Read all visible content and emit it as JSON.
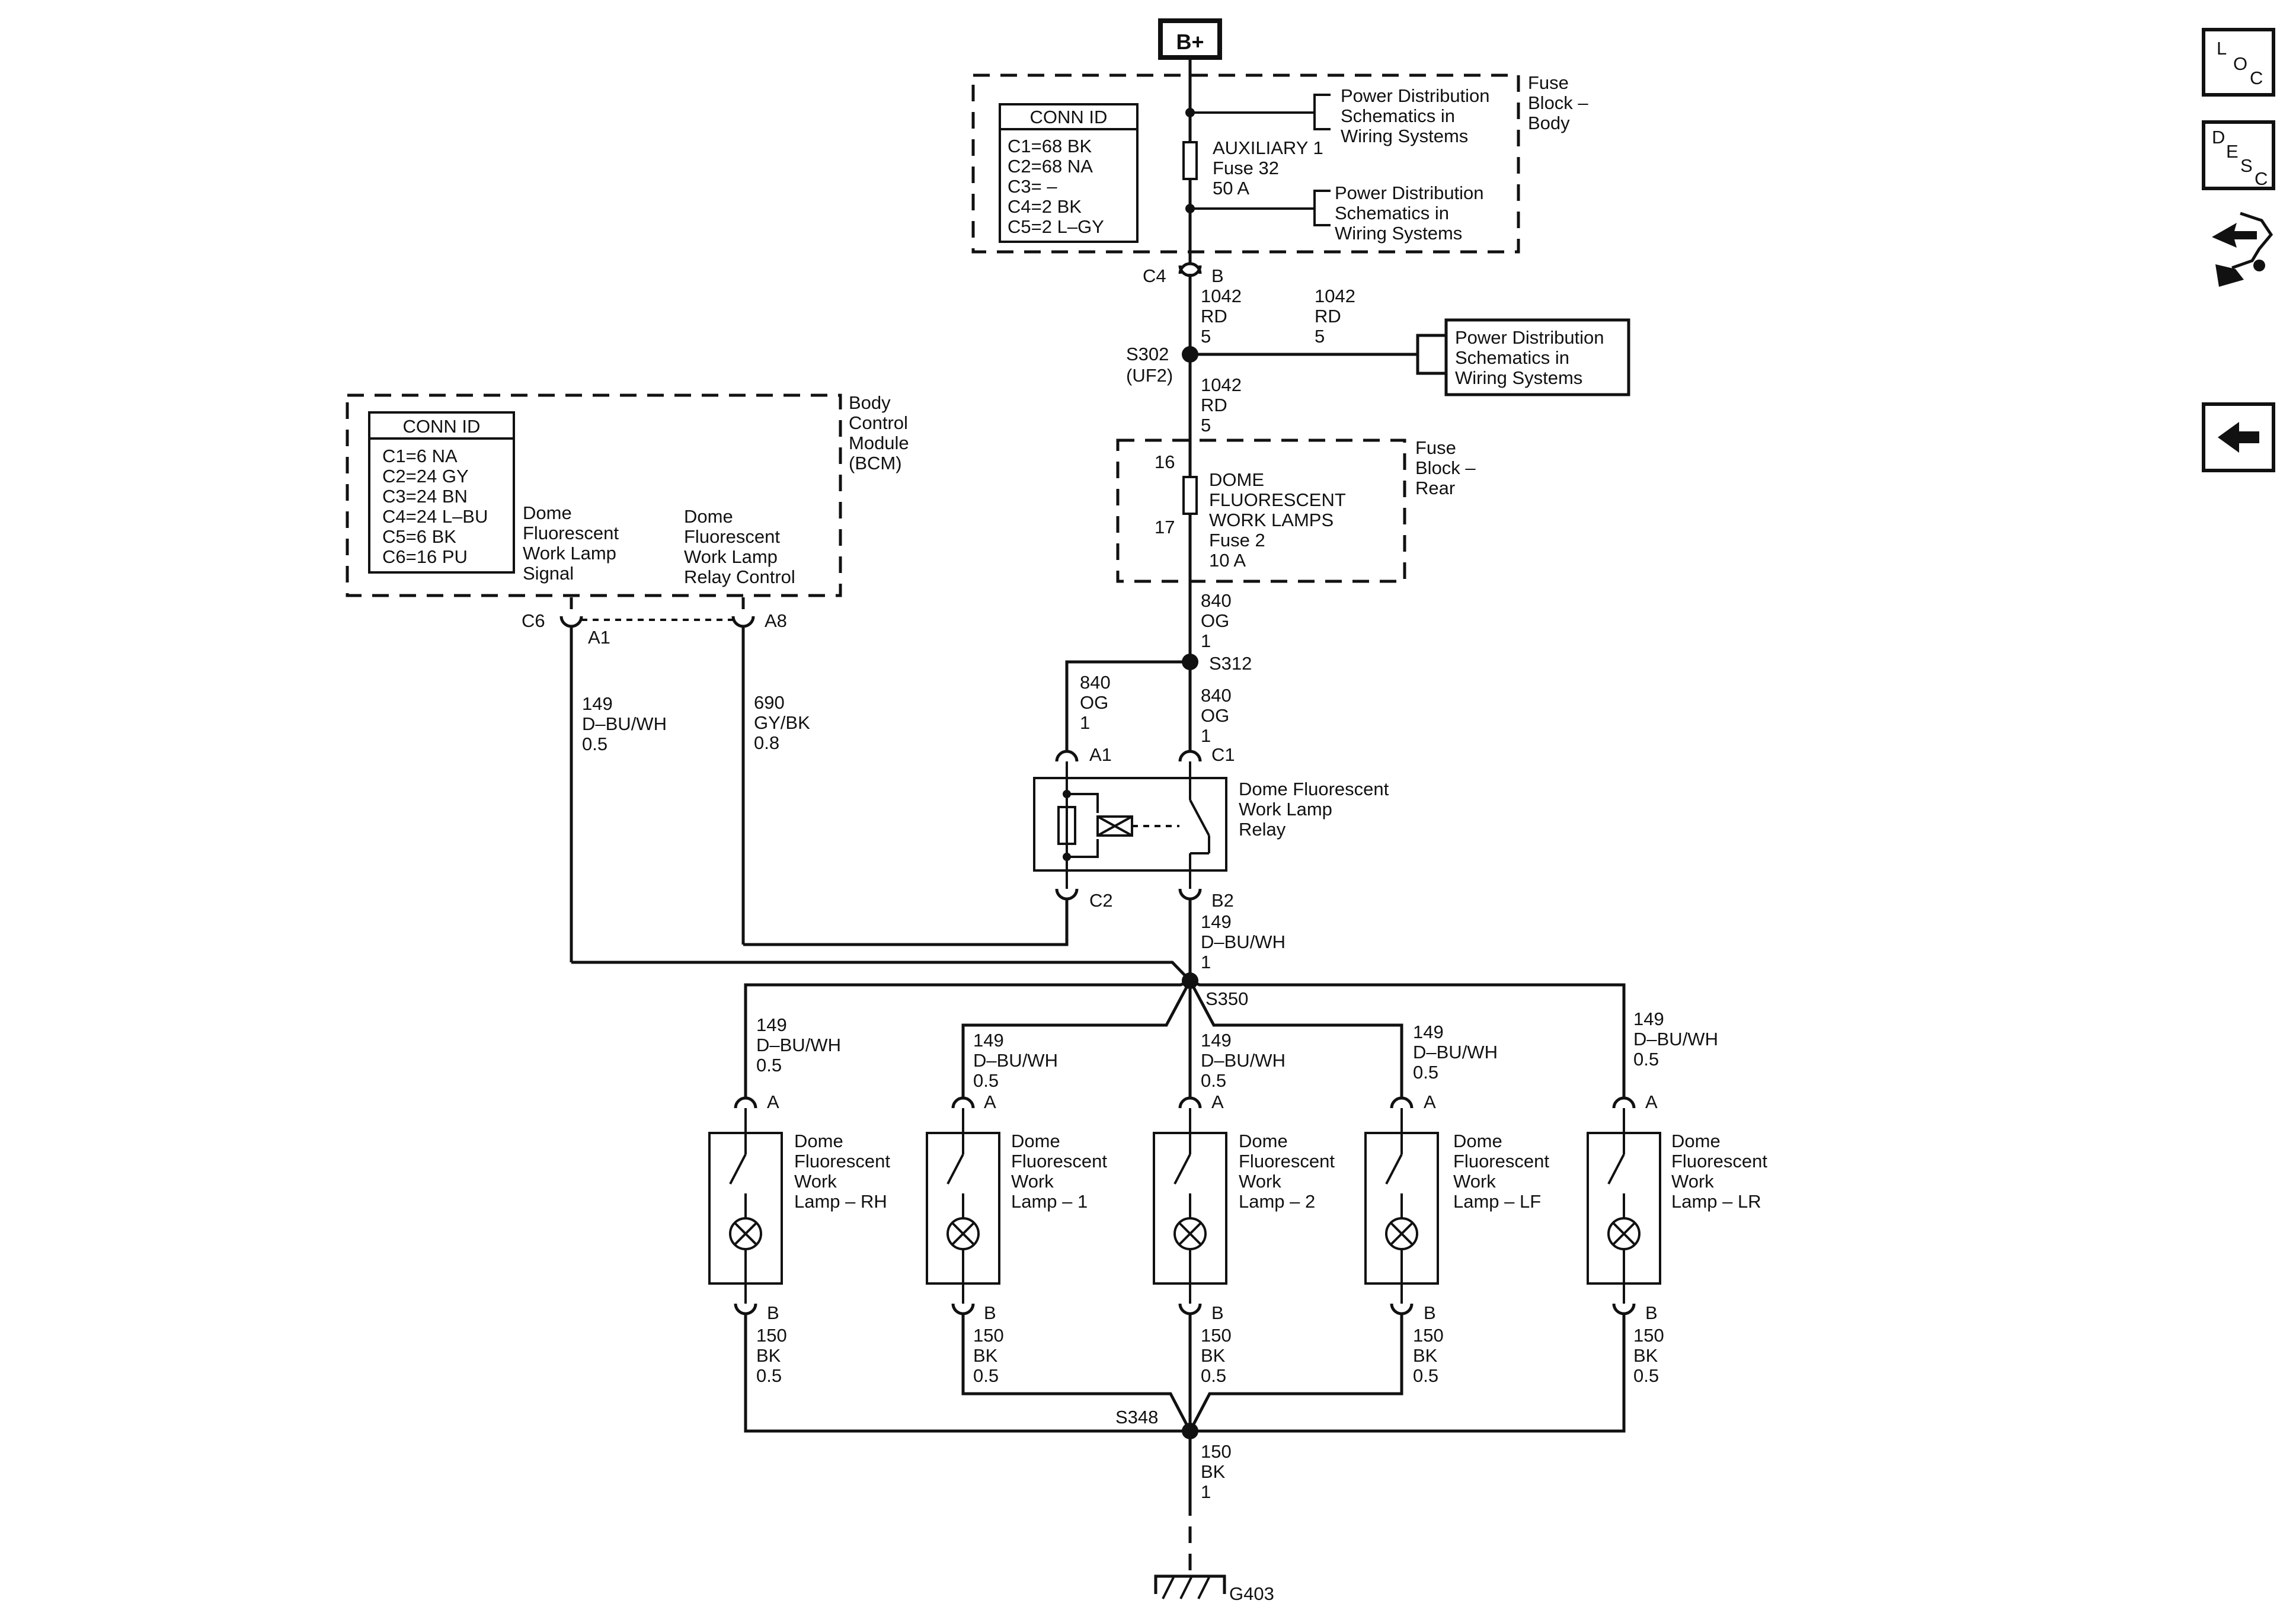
{
  "power": {
    "label": "B+"
  },
  "fuse_block_body": {
    "title": [
      "Fuse",
      "Block –",
      "Body"
    ],
    "conn_id_header": "CONN ID",
    "conn_ids": [
      "C1=68 BK",
      "C2=68 NA",
      "C3= –",
      "C4=2 BK",
      "C5=2 L–GY"
    ],
    "fuse": [
      "AUXILIARY 1",
      "Fuse 32",
      "50 A"
    ],
    "ref_upper": [
      "Power Distribution",
      "Schematics in",
      "Wiring Systems"
    ],
    "ref_lower": [
      "Power Distribution",
      "Schematics in",
      "Wiring Systems"
    ],
    "connector": "C4",
    "pin": "B"
  },
  "wire_1042_a": [
    "1042",
    "RD",
    "5"
  ],
  "wire_1042_b": [
    "1042",
    "RD",
    "5"
  ],
  "wire_1042_c": [
    "1042",
    "RD",
    "5"
  ],
  "splice_s302": [
    "S302",
    "(UF2)"
  ],
  "ref_box_s302": [
    "Power Distribution",
    "Schematics in",
    "Wiring Systems"
  ],
  "fuse_block_rear": {
    "title": [
      "Fuse",
      "Block –",
      "Rear"
    ],
    "pin_in": "16",
    "pin_out": "17",
    "fuse": [
      "DOME",
      "FLUORESCENT",
      "WORK LAMPS",
      "Fuse 2",
      "10 A"
    ]
  },
  "wire_840_a": [
    "840",
    "OG",
    "1"
  ],
  "wire_840_b": [
    "840",
    "OG",
    "1"
  ],
  "wire_840_c": [
    "840",
    "OG",
    "1"
  ],
  "splice_s312": "S312",
  "bcm": {
    "title": [
      "Body",
      "Control",
      "Module",
      "(BCM)"
    ],
    "conn_id_header": "CONN ID",
    "conn_ids": [
      "C1=6 NA",
      "C2=24 GY",
      "C3=24 BN",
      "C4=24 L–BU",
      "C5=6 BK",
      "C6=16 PU"
    ],
    "signal_label": [
      "Dome",
      "Fluorescent",
      "Work Lamp",
      "Signal"
    ],
    "relay_ctrl_label": [
      "Dome",
      "Fluorescent",
      "Work Lamp",
      "Relay Control"
    ],
    "connector": "C6",
    "pin_a1": "A1",
    "pin_a8": "A8"
  },
  "wire_149_bcm": [
    "149",
    "D–BU/WH",
    "0.5"
  ],
  "wire_690": [
    "690",
    "GY/BK",
    "0.8"
  ],
  "relay": {
    "label": [
      "Dome Fluorescent",
      "Work Lamp",
      "Relay"
    ],
    "pin_a1": "A1",
    "pin_c1": "C1",
    "pin_c2": "C2",
    "pin_b2": "B2"
  },
  "wire_149_relay": [
    "149",
    "D–BU/WH",
    "1"
  ],
  "splice_s350": "S350",
  "lamps": [
    {
      "wire_in": [
        "149",
        "D–BU/WH",
        "0.5"
      ],
      "pin_a": "A",
      "label": [
        "Dome",
        "Fluorescent",
        "Work",
        "Lamp – RH"
      ],
      "pin_b": "B",
      "wire_out": [
        "150",
        "BK",
        "0.5"
      ]
    },
    {
      "wire_in": [
        "149",
        "D–BU/WH",
        "0.5"
      ],
      "pin_a": "A",
      "label": [
        "Dome",
        "Fluorescent",
        "Work",
        "Lamp – 1"
      ],
      "pin_b": "B",
      "wire_out": [
        "150",
        "BK",
        "0.5"
      ]
    },
    {
      "wire_in": [
        "149",
        "D–BU/WH",
        "0.5"
      ],
      "pin_a": "A",
      "label": [
        "Dome",
        "Fluorescent",
        "Work",
        "Lamp – 2"
      ],
      "pin_b": "B",
      "wire_out": [
        "150",
        "BK",
        "0.5"
      ]
    },
    {
      "wire_in": [
        "149",
        "D–BU/WH",
        "0.5"
      ],
      "pin_a": "A",
      "label": [
        "Dome",
        "Fluorescent",
        "Work",
        "Lamp – LF"
      ],
      "pin_b": "B",
      "wire_out": [
        "150",
        "BK",
        "0.5"
      ]
    },
    {
      "wire_in": [
        "149",
        "D–BU/WH",
        "0.5"
      ],
      "pin_a": "A",
      "label": [
        "Dome",
        "Fluorescent",
        "Work",
        "Lamp – LR"
      ],
      "pin_b": "B",
      "wire_out": [
        "150",
        "BK",
        "0.5"
      ]
    }
  ],
  "splice_s348": "S348",
  "wire_150_ground": [
    "150",
    "BK",
    "1"
  ],
  "ground": "G403",
  "nav": {
    "loc_letters": [
      "L",
      "O",
      "C"
    ],
    "desc_letters": [
      "D",
      "E",
      "S",
      "C"
    ],
    "connector_icon": "connector-tool-icon",
    "back_icon": "back-arrow-icon"
  }
}
